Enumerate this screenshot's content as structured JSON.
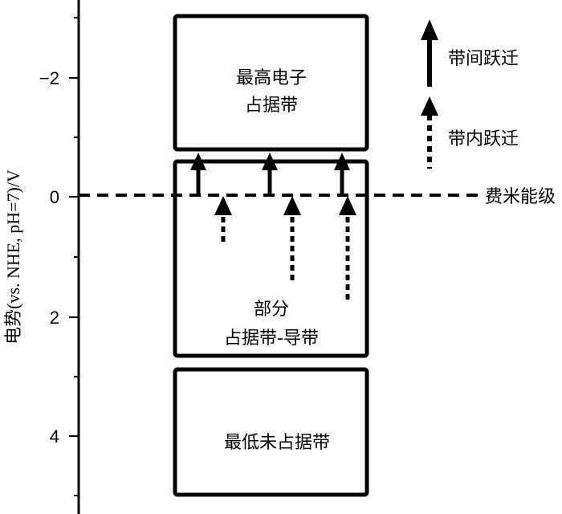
{
  "y_axis": {
    "title": "电势(vs. NHE, pH=7)/V",
    "ticks": [
      {
        "value": -2,
        "label": "−2"
      },
      {
        "value": 0,
        "label": "0"
      },
      {
        "value": 2,
        "label": "2"
      },
      {
        "value": 4,
        "label": "4"
      }
    ]
  },
  "fermi_level": {
    "value": 0,
    "label": "费米能级"
  },
  "bands": [
    {
      "id": "highest-occupied",
      "line1": "最高电子",
      "line2": "占据带"
    },
    {
      "id": "partial-occupied",
      "line1": "部分",
      "line2": "占据带-导带"
    },
    {
      "id": "lowest-unoccupied",
      "line1": "最低未占据带",
      "line2": ""
    }
  ],
  "legend": {
    "interband": "带间跃迁",
    "intraband": "带内跃迁"
  }
}
